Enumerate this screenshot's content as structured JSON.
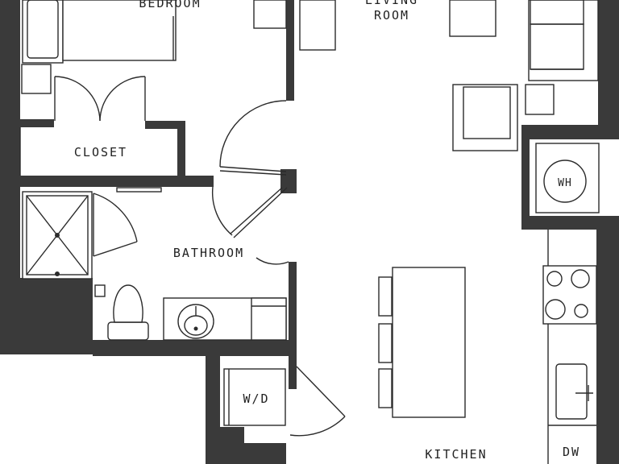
{
  "rooms": {
    "bedroom": "BEDROOM",
    "living_line1": "LIVING",
    "living_line2": "ROOM",
    "closet": "CLOSET",
    "bathroom": "BATHROOM",
    "kitchen": "KITCHEN"
  },
  "fixtures": {
    "water_heater": "WH",
    "washer_dryer": "W/D",
    "dishwasher": "DW"
  },
  "colors": {
    "wall": "#3a3a3a",
    "line": "#2b2b2b",
    "background": "#ffffff"
  }
}
